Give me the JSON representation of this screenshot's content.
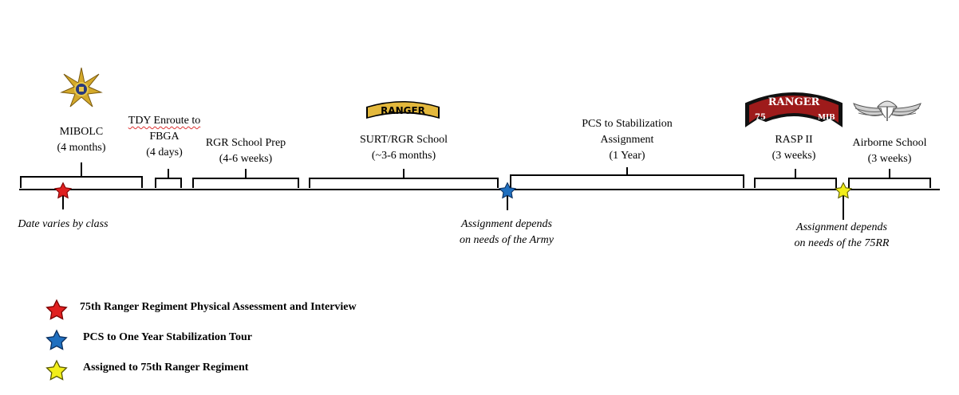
{
  "phases": [
    {
      "line1": "MIBOLC",
      "line2": "(4 months)"
    },
    {
      "line1": "TDY Enroute to",
      "line2": "FBGA",
      "line3": "(4 days)"
    },
    {
      "line1": "RGR School Prep",
      "line2": "(4-6 weeks)"
    },
    {
      "line1": "SURT/RGR School",
      "line2": "(~3-6 months)"
    },
    {
      "line1": "PCS to Stabilization",
      "line2": "Assignment",
      "line3": "(1 Year)"
    },
    {
      "line1": "RASP II",
      "line2": "(3 weeks)"
    },
    {
      "line1": "Airborne School",
      "line2": "(3 weeks)"
    }
  ],
  "notes": {
    "date": "Date varies by class",
    "army": {
      "line1": "Assignment depends",
      "line2": "on needs of the Army"
    },
    "rr": {
      "line1": "Assignment depends",
      "line2": "on needs of the 75RR"
    }
  },
  "badges": {
    "ranger_tab": "RANGER",
    "scroll_top": "RANGER",
    "scroll_left": "75",
    "scroll_right": "MIB"
  },
  "legend": [
    {
      "label": "75th Ranger Regiment Physical Assessment and Interview",
      "color": "#e02020"
    },
    {
      "label": "PCS to One Year Stabilization Tour",
      "color": "#1f6fbf"
    },
    {
      "label": "Assigned to 75th Ranger Regiment",
      "color": "#f2ee1a"
    }
  ]
}
